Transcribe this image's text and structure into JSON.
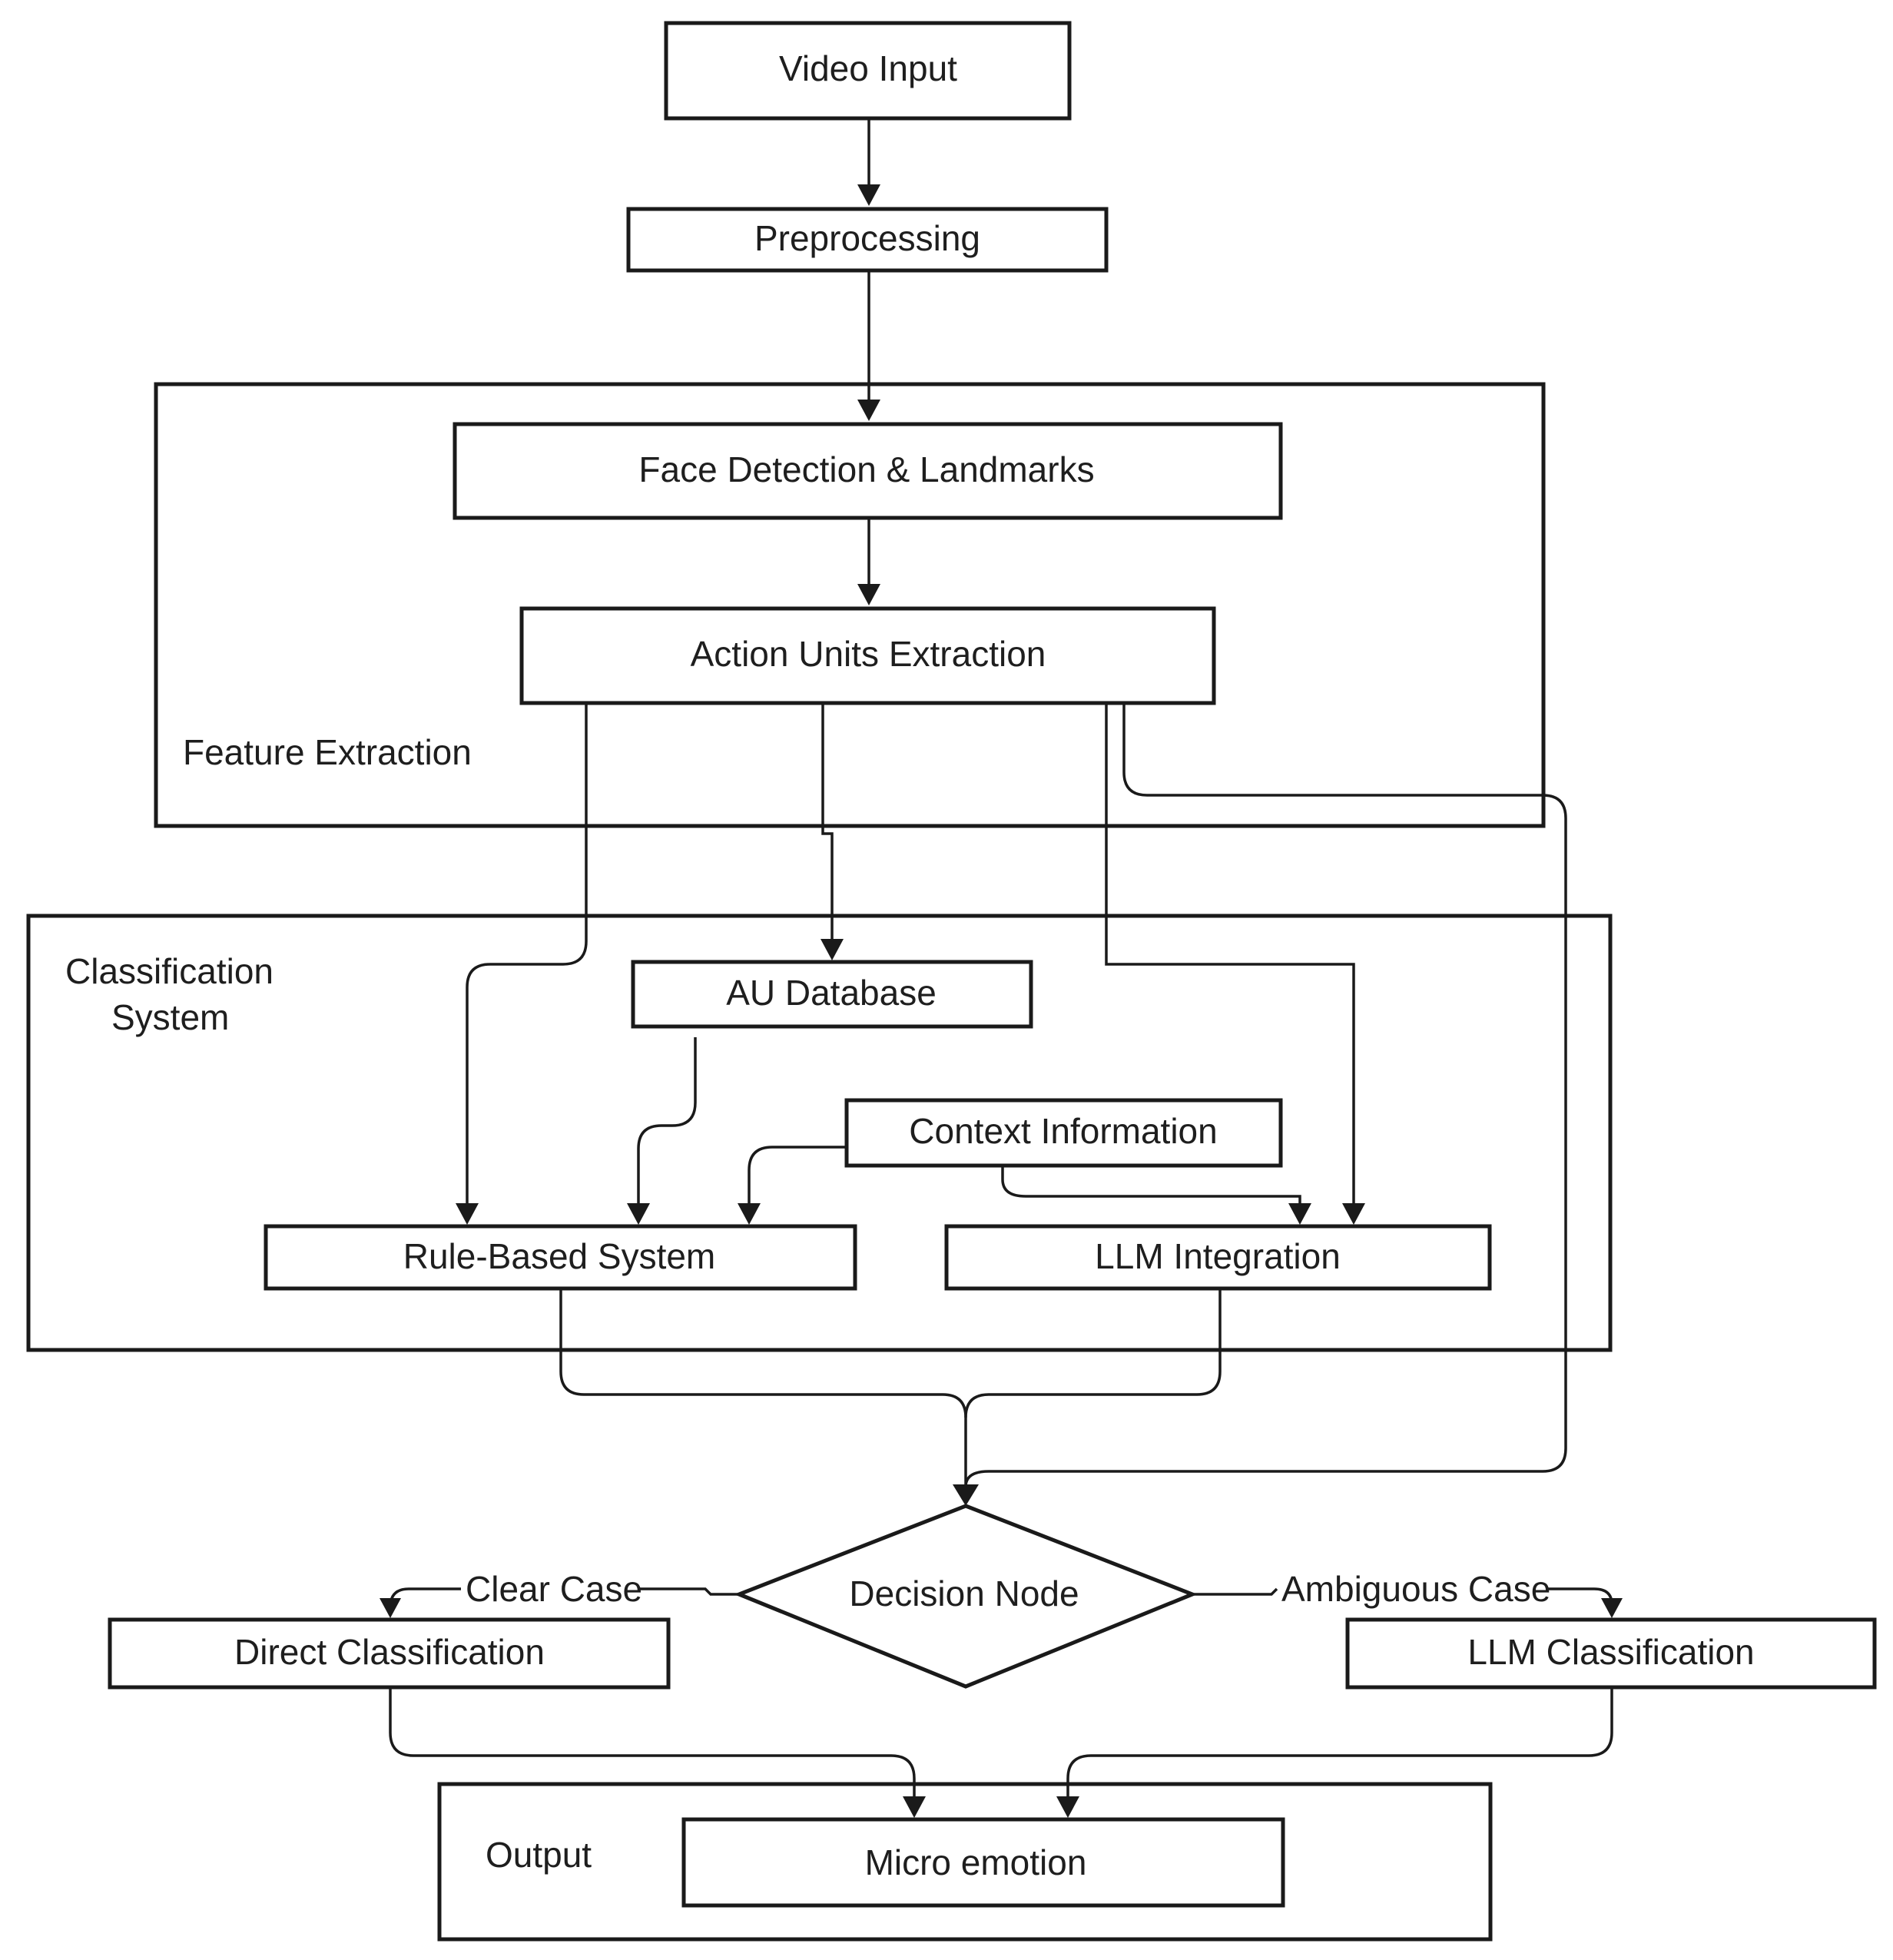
{
  "diagram": {
    "nodes": {
      "video_input": "Video Input",
      "preprocessing": "Preprocessing",
      "face_detection": "Face Detection & Landmarks",
      "action_units": "Action Units Extraction",
      "au_database": "AU Database",
      "context_information": "Context Information",
      "rule_based": "Rule-Based System",
      "llm_integration": "LLM Integration",
      "decision_node": "Decision Node",
      "direct_classification": "Direct Classification",
      "llm_classification": "LLM Classification",
      "micro_emotion": "Micro emotion"
    },
    "groups": {
      "feature_extraction": "Feature Extraction",
      "classification_system_line1": "Classification",
      "classification_system_line2": "System",
      "output": "Output"
    },
    "edge_labels": {
      "clear_case": "Clear Case",
      "ambiguous_case": "Ambiguous Case"
    },
    "edges": [
      {
        "from": "video_input",
        "to": "preprocessing"
      },
      {
        "from": "preprocessing",
        "to": "face_detection"
      },
      {
        "from": "face_detection",
        "to": "action_units"
      },
      {
        "from": "action_units",
        "to": "au_database"
      },
      {
        "from": "action_units",
        "to": "rule_based"
      },
      {
        "from": "action_units",
        "to": "llm_integration"
      },
      {
        "from": "action_units",
        "to": "decision_node"
      },
      {
        "from": "au_database",
        "to": "rule_based"
      },
      {
        "from": "context_information",
        "to": "rule_based"
      },
      {
        "from": "context_information",
        "to": "llm_integration"
      },
      {
        "from": "rule_based",
        "to": "decision_node"
      },
      {
        "from": "llm_integration",
        "to": "decision_node"
      },
      {
        "from": "decision_node",
        "to": "direct_classification",
        "label": "Clear Case"
      },
      {
        "from": "decision_node",
        "to": "llm_classification",
        "label": "Ambiguous Case"
      },
      {
        "from": "direct_classification",
        "to": "micro_emotion"
      },
      {
        "from": "llm_classification",
        "to": "micro_emotion"
      }
    ]
  }
}
